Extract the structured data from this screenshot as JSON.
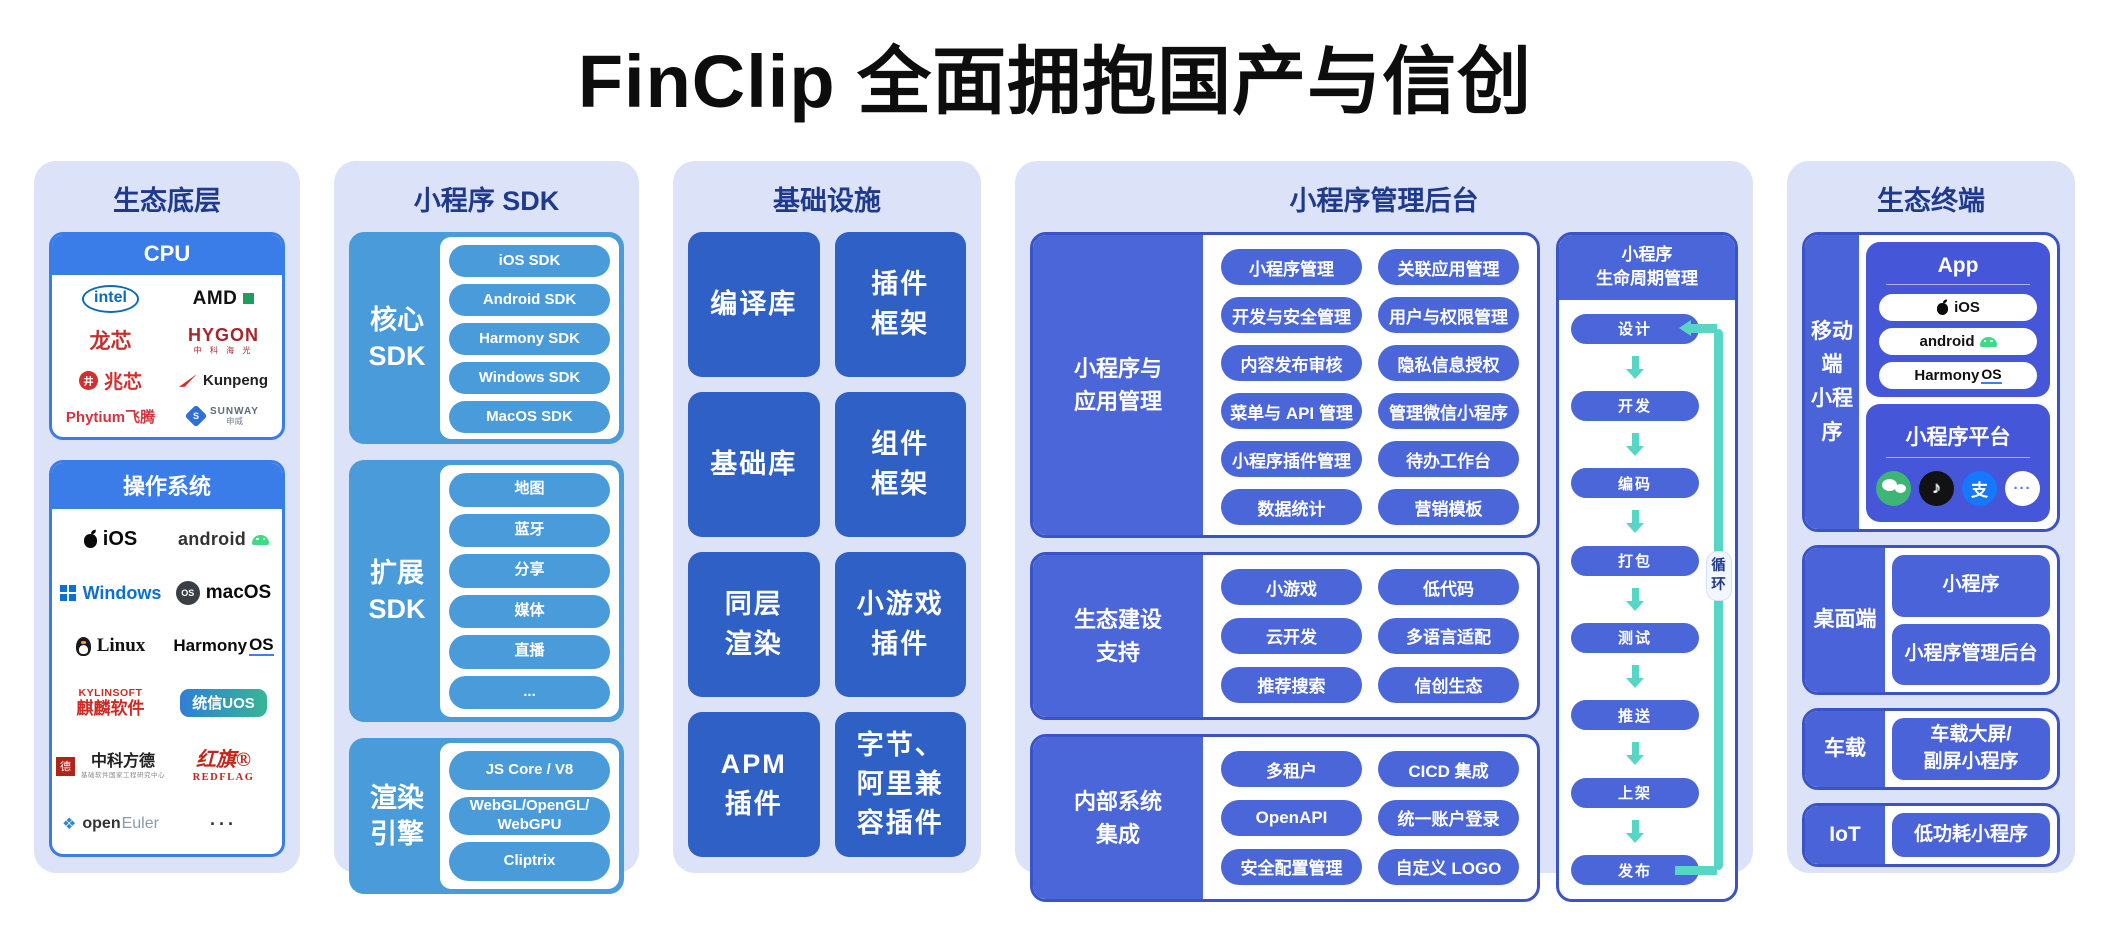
{
  "page_title": "FinClip 全面拥抱国产与信创",
  "colors": {
    "column_bg": "#dce3f8",
    "navy_text": "#1f3a8c",
    "bright_blue": "#3b7de8",
    "sky_blue": "#4a9bd9",
    "deep_blue": "#2e60c6",
    "royal_blue": "#4a66d8",
    "card_border": "#3a53c6",
    "teal_arrow": "#58d6c5"
  },
  "eco_base": {
    "title": "生态底层",
    "cpu_card": {
      "header": "CPU",
      "logos": [
        {
          "id": "intel",
          "text": "intel"
        },
        {
          "id": "amd",
          "text": "AMD"
        },
        {
          "id": "loongson",
          "text": "龙芯"
        },
        {
          "id": "hygon",
          "text": "HYGON",
          "sub": "中 科 海 光"
        },
        {
          "id": "zhaoxin",
          "text": "兆芯"
        },
        {
          "id": "kunpeng",
          "text": "Kunpeng"
        },
        {
          "id": "phytium",
          "text": "Phytium飞腾"
        },
        {
          "id": "sunway",
          "text": "SUNWAY",
          "sub": "申威"
        }
      ]
    },
    "os_card": {
      "header": "操作系统",
      "logos": [
        {
          "id": "ios",
          "text": "iOS"
        },
        {
          "id": "android",
          "text": "android"
        },
        {
          "id": "windows",
          "text": "Windows"
        },
        {
          "id": "macos",
          "text": "macOS"
        },
        {
          "id": "linux",
          "text": "Linux"
        },
        {
          "id": "harmonyos",
          "text": "Harmony",
          "text2": "OS"
        },
        {
          "id": "kylinsoft",
          "text": "KYLINSOFT",
          "sub": "麒麟软件"
        },
        {
          "id": "uos",
          "text": "统信UOS"
        },
        {
          "id": "fangde",
          "text": "中科方德",
          "sub": "基础软件国家工程研究中心"
        },
        {
          "id": "redflag",
          "text": "红旗®",
          "sub": "REDFLAG"
        },
        {
          "id": "openeuler",
          "text": "open",
          "text2": "Euler"
        },
        {
          "id": "more",
          "text": "···"
        }
      ]
    }
  },
  "sdk": {
    "title": "小程序 SDK",
    "groups": [
      {
        "label": "核心\nSDK",
        "pills": [
          "iOS SDK",
          "Android SDK",
          "Harmony SDK",
          "Windows SDK",
          "MacOS SDK"
        ]
      },
      {
        "label": "扩展\nSDK",
        "pills": [
          "地图",
          "蓝牙",
          "分享",
          "媒体",
          "直播",
          "..."
        ]
      },
      {
        "label": "渲染\n引擎",
        "pills": [
          "JS Core / V8",
          "WebGL/OpenGL/\nWebGPU",
          "Cliptrix"
        ]
      }
    ]
  },
  "infra": {
    "title": "基础设施",
    "tiles": [
      "编译库",
      "插件\n框架",
      "基础库",
      "组件\n框架",
      "同层\n渲染",
      "小游戏\n插件",
      "APM\n插件",
      "字节、\n阿里兼\n容插件"
    ]
  },
  "admin": {
    "title": "小程序管理后台",
    "groups": [
      {
        "label": "小程序与\n应用管理",
        "pills": [
          "小程序管理",
          "关联应用管理",
          "开发与安全管理",
          "用户与权限管理",
          "内容发布审核",
          "隐私信息授权",
          "菜单与 API 管理",
          "管理微信小程序",
          "小程序插件管理",
          "待办工作台",
          "数据统计",
          "营销模板"
        ]
      },
      {
        "label": "生态建设\n支持",
        "pills": [
          "小游戏",
          "低代码",
          "云开发",
          "多语言适配",
          "推荐搜索",
          "信创生态"
        ]
      },
      {
        "label": "内部系统\n集成",
        "pills": [
          "多租户",
          "CICD 集成",
          "OpenAPI",
          "统一账户登录",
          "安全配置管理",
          "自定义 LOGO"
        ]
      }
    ],
    "lifecycle": {
      "header": "小程序\n生命周期管理",
      "steps": [
        "设计",
        "开发",
        "编码",
        "打包",
        "测试",
        "推送",
        "上架",
        "发布"
      ],
      "loop_label": "循环"
    }
  },
  "terminals": {
    "title": "生态终端",
    "mobile": {
      "label": "移动端\n小程序",
      "app_card": {
        "title": "App",
        "pills": [
          {
            "id": "ios",
            "text": "iOS"
          },
          {
            "id": "android",
            "text": "android"
          },
          {
            "id": "harmonyos",
            "text": "Harmony",
            "text2": "OS"
          }
        ]
      },
      "platform_card": {
        "title": "小程序平台",
        "icons": [
          {
            "id": "wechat"
          },
          {
            "id": "douyin"
          },
          {
            "id": "alipay",
            "glyph": "支"
          },
          {
            "id": "more",
            "glyph": "···"
          }
        ]
      }
    },
    "desktop": {
      "label": "桌面端",
      "tiles": [
        "小程序",
        "小程序管理后台"
      ]
    },
    "car": {
      "label": "车载",
      "tiles": [
        "车载大屏/\n副屏小程序"
      ]
    },
    "iot": {
      "label": "IoT",
      "tiles": [
        "低功耗小程序"
      ]
    }
  }
}
